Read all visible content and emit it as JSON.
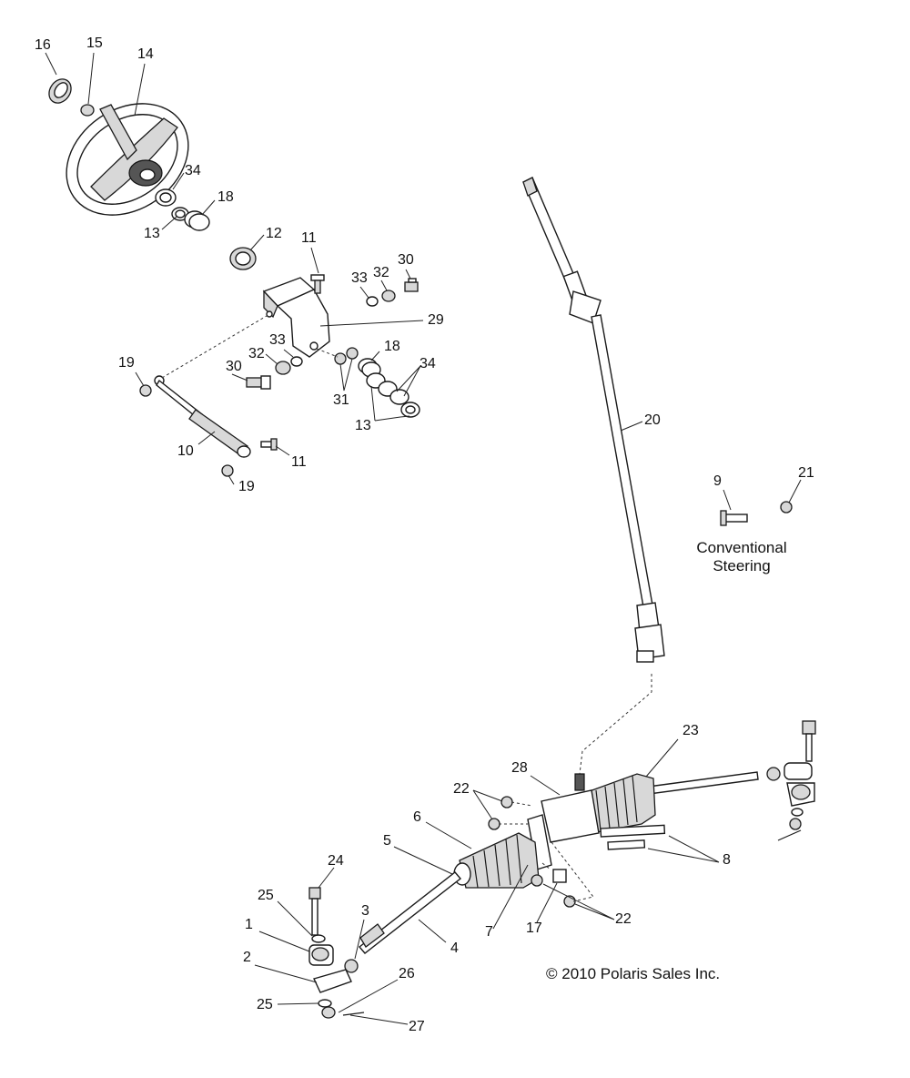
{
  "labels": {
    "n1": "1",
    "n2": "2",
    "n3": "3",
    "n4": "4",
    "n5": "5",
    "n6": "6",
    "n7": "7",
    "n8": "8",
    "n9": "9",
    "n10": "10",
    "n11a": "11",
    "n11b": "11",
    "n12": "12",
    "n13a": "13",
    "n13b": "13",
    "n14": "14",
    "n15": "15",
    "n16": "16",
    "n17": "17",
    "n18a": "18",
    "n18b": "18",
    "n19a": "19",
    "n19b": "19",
    "n20": "20",
    "n21": "21",
    "n22a": "22",
    "n22b": "22",
    "n23": "23",
    "n24": "24",
    "n25a": "25",
    "n25b": "25",
    "n26": "26",
    "n27": "27",
    "n28": "28",
    "n29": "29",
    "n30a": "30",
    "n30b": "30",
    "n31": "31",
    "n32a": "32",
    "n32b": "32",
    "n33a": "33",
    "n33b": "33",
    "n34a": "34",
    "n34b": "34"
  },
  "notes": {
    "conventional_line1": "Conventional",
    "conventional_line2": "Steering",
    "copyright": "© 2010 Polaris Sales Inc."
  }
}
